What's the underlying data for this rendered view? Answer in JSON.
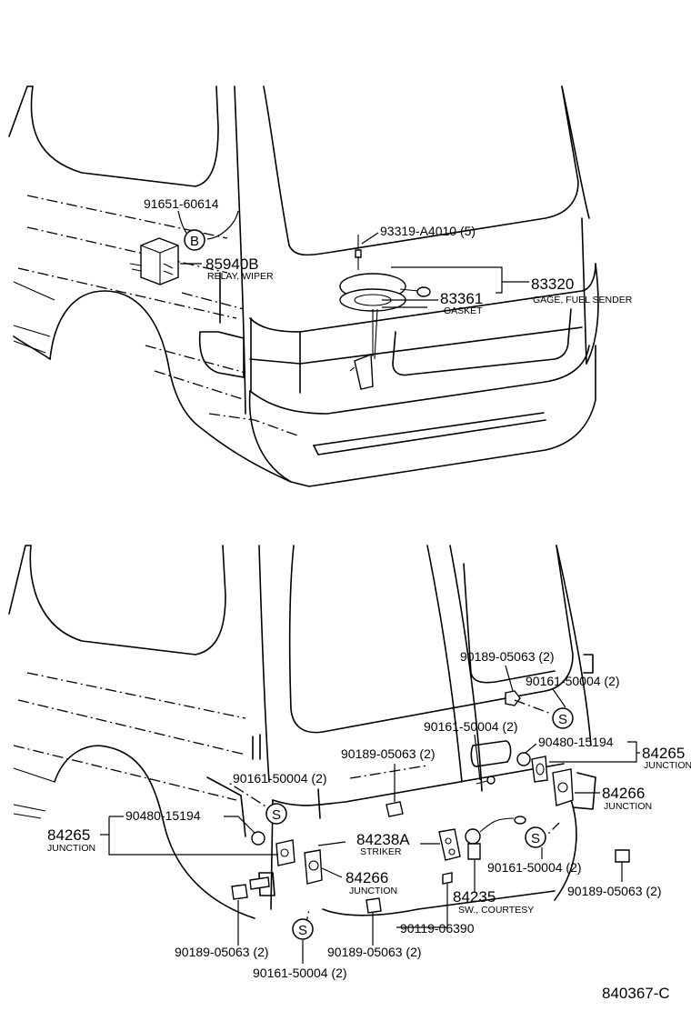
{
  "upper": {
    "p91651": "91651-60614",
    "markB": "B",
    "p85940": "85940B",
    "p85940_desc": "RELAY, WIPER",
    "p93319": "93319-A4010 (5)",
    "p83320": "83320",
    "p83320_desc": "GAGE, FUEL SENDER",
    "p83361": "83361",
    "p83361_desc": "GASKET"
  },
  "lower": {
    "markS": "S",
    "p90189_a": "90189-05063 (2)",
    "p90161_a": "90161-50004 (2)",
    "p90161_b": "90161-50004 (2)",
    "p90480_a": "90480-15194",
    "p84265_a": "84265",
    "p84265_a_desc": "JUNCTION",
    "p90189_b": "90189-05063 (2)",
    "p84266_a": "84266",
    "p84266_a_desc": "JUNCTION",
    "p90161_c": "90161-50004 (2)",
    "p90480_b": "90480-15194",
    "p84265_b": "84265",
    "p84265_b_desc": "JUNCTION",
    "p84238": "84238A",
    "p84238_desc": "STRIKER",
    "p84266_b": "84266",
    "p84266_b_desc": "JUNCTION",
    "p90161_d": "90161-50004 (2)",
    "p90189_c": "90189-05063 (2)",
    "p84235": "84235",
    "p84235_desc": "SW., COURTESY",
    "p90119": "90119-06390",
    "p90189_d": "90189-05063 (2)",
    "p90189_e": "90189-05063 (2)",
    "p90161_e": "90161-50004 (2)"
  },
  "figure_id": "840367-C"
}
